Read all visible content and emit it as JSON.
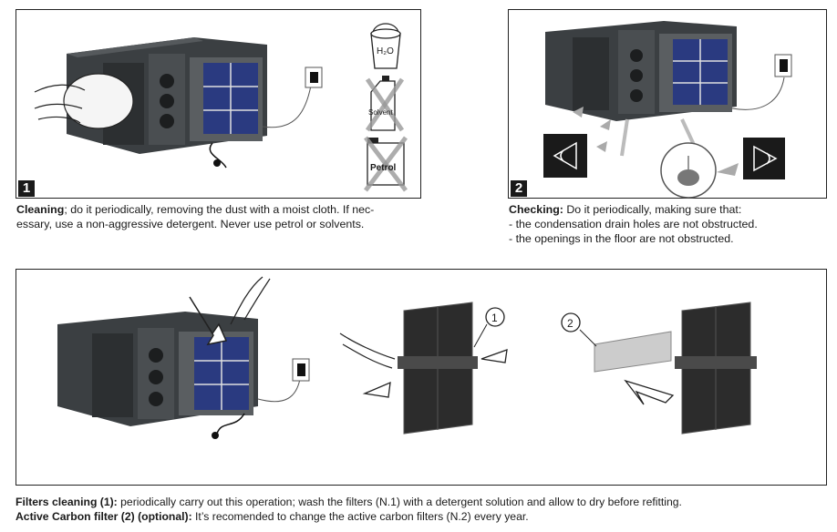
{
  "step1": {
    "number": "1",
    "title": "Cleaning",
    "text_line1": "; do it periodically, removing the dust with a moist cloth. If nec-",
    "text_line2": "essary, use a non-aggressive detergent. Never use petrol or solvents.",
    "icon_water_label": "H₂O",
    "icon_solvent_label": "Solvent",
    "icon_petrol_label": "Petrol"
  },
  "step2": {
    "number": "2",
    "title": "Checking:",
    "text_line1": " Do it periodically, making sure that:",
    "bullets": [
      "- the condensation drain holes are not obstructed.",
      "- the openings in the floor are not obstructed."
    ]
  },
  "step3": {
    "callout_1": "1",
    "callout_2": "2"
  },
  "footer": {
    "filters_title": "Filters cleaning (1):",
    "filters_text": " periodically carry out this operation; wash the filters (N.1) with a detergent solution and allow to dry before refitting.",
    "carbon_title": "Active Carbon filter (2) (optional):",
    "carbon_text": " It’s recomended to change the active carbon filters (N.2) every year."
  }
}
